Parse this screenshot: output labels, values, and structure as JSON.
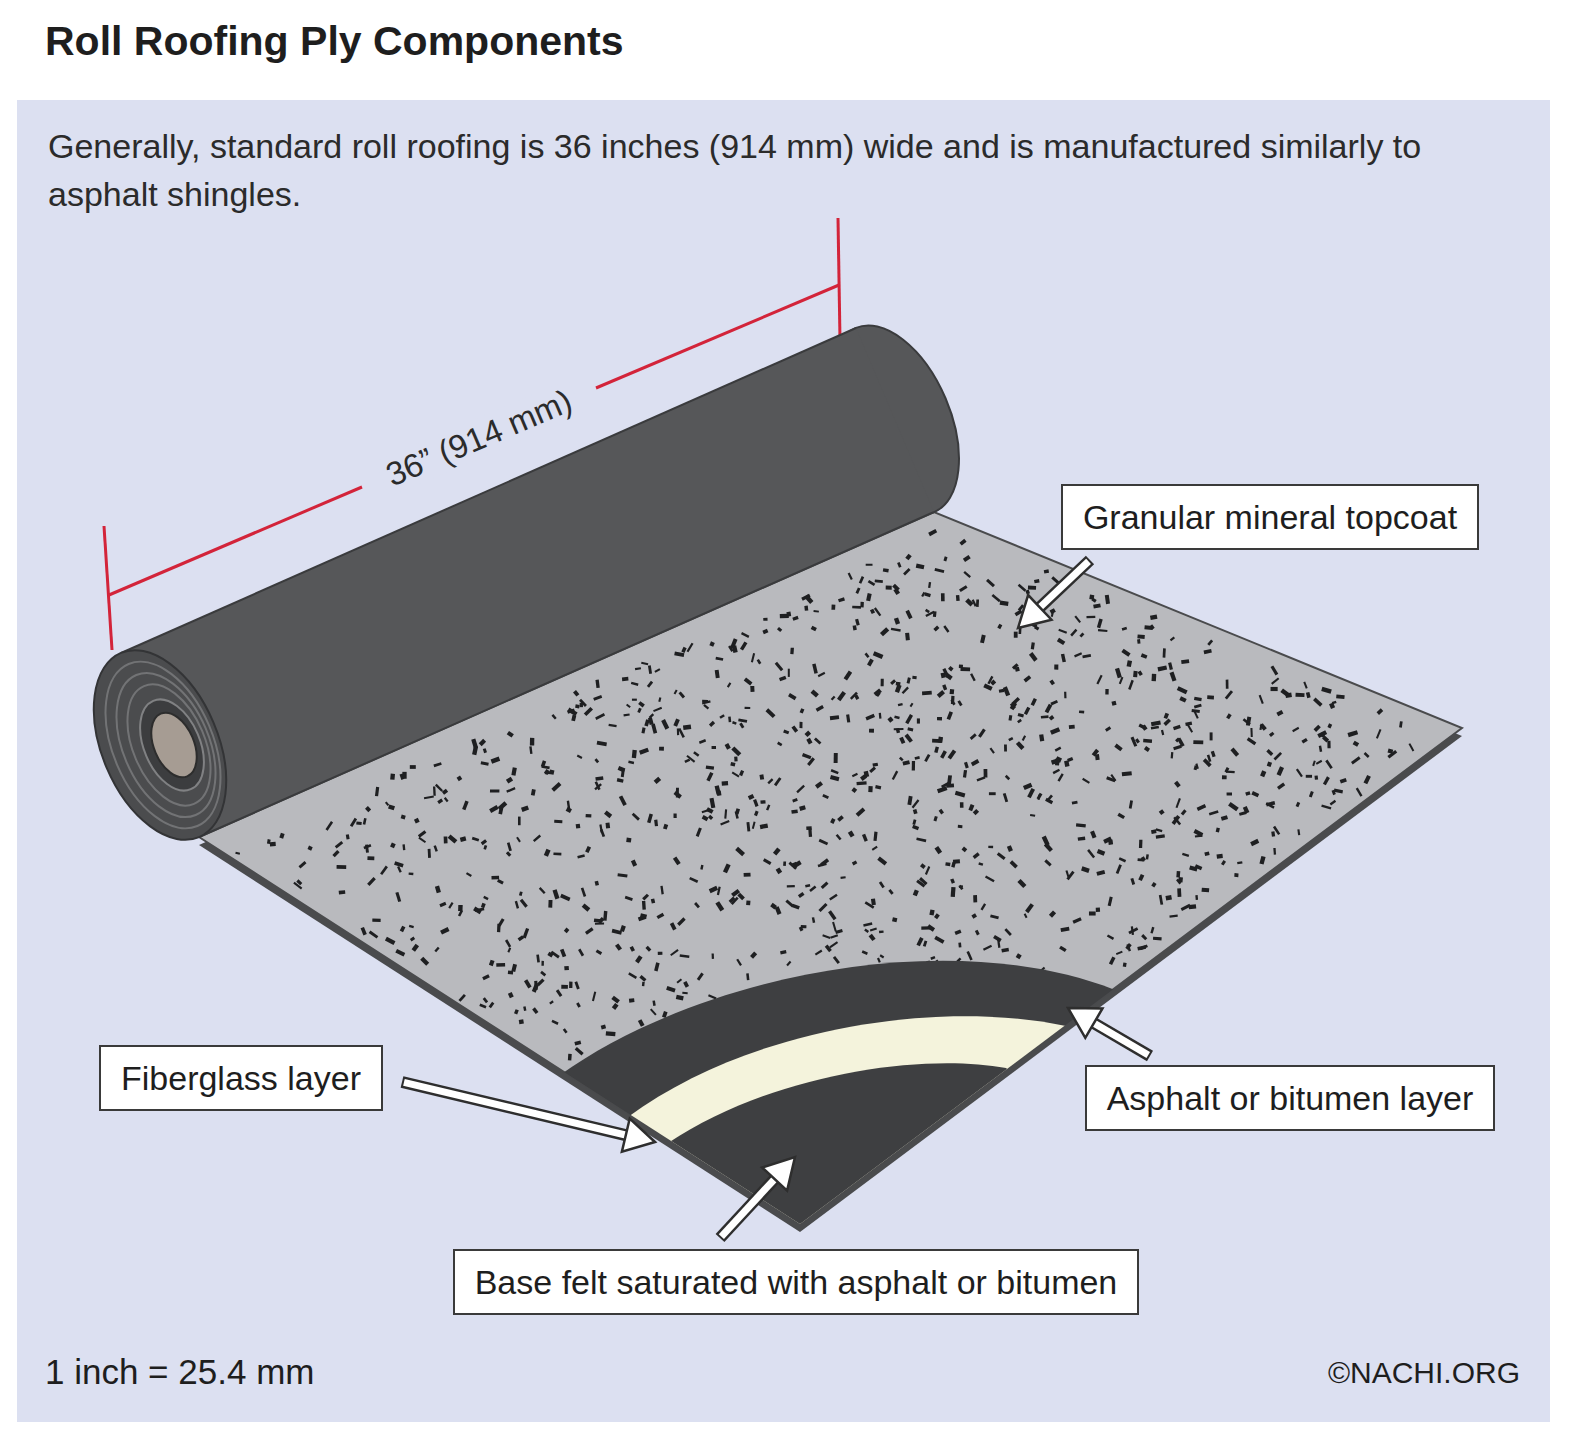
{
  "diagram": {
    "title": "Roll Roofing Ply Components",
    "nodes": [
      {
        "text": [
          "Granular mineral topcoat"
        ]
      },
      {
        "text": [
          "Fiberglass layer"
        ]
      },
      {
        "text": [
          "Asphalt or bitumen layer"
        ]
      },
      {
        "text": [
          "Base felt saturated with asphalt or bitumen"
        ]
      }
    ],
    "labels": [
      "Generally, standard roll roofing is 36 inches (914 mm) wide and is manufactured similarly to asphalt shingles.",
      "36” (914 mm)",
      "1 inch = 25.4 mm",
      "©NACHI.ORG"
    ]
  }
}
